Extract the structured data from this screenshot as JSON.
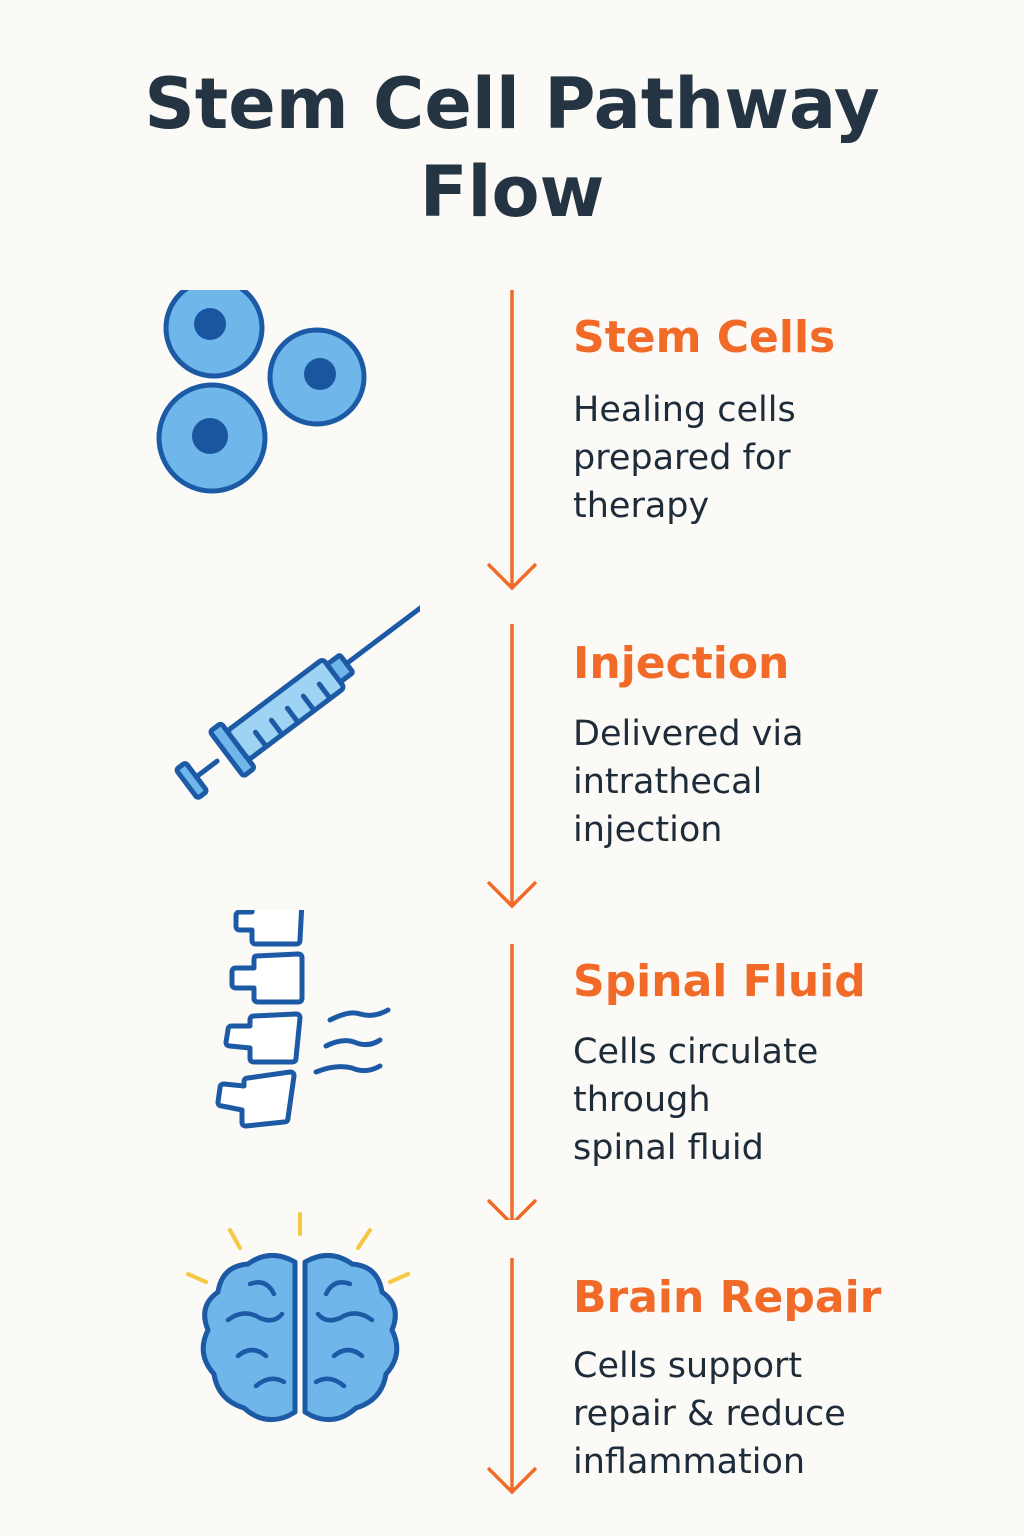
{
  "title": {
    "line1": "Stem Cell Pathway",
    "line2": "Flow"
  },
  "steps": [
    {
      "title": "Stem Cells",
      "desc": [
        "Healing cells",
        "prepared for",
        "therapy"
      ],
      "icon": "stem-cells-icon"
    },
    {
      "title": "Injection",
      "desc": [
        "Delivered via",
        "intrathecal",
        "injection"
      ],
      "icon": "syringe-icon"
    },
    {
      "title": "Spinal Fluid",
      "desc": [
        "Cells circulate",
        "through",
        "spinal fluid"
      ],
      "icon": "spine-icon"
    },
    {
      "title": "Brain Repair",
      "desc": [
        "Cells support",
        "repair & reduce",
        "inflammation"
      ],
      "icon": "brain-icon"
    }
  ],
  "colors": {
    "accent": "#f26a27",
    "icon_fill": "#6fb6ea",
    "icon_stroke": "#1c5aa6",
    "title": "#243442",
    "text": "#1e2c3a",
    "spark": "#f5c842"
  }
}
